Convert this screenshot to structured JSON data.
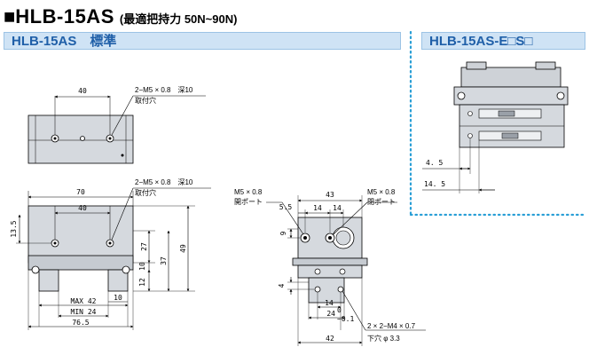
{
  "header": {
    "square": "■",
    "model": "HLB-15AS",
    "subtitle": "(最適把持力 50N~90N)"
  },
  "sections": {
    "standard": "HLB-15AS　標準",
    "option": "HLB-15AS-E□S□"
  },
  "front_view": {
    "dim_top": "40",
    "callout_line1": "2−M5 × 0.8　深10",
    "callout_line2": "取付穴"
  },
  "side_view": {
    "dim_70": "70",
    "dim_40": "40",
    "callout_line1": "2−M5 × 0.8　深10",
    "callout_line2": "取付穴",
    "dim_13_5": "13.5",
    "dim_27": "27",
    "dim_37": "37",
    "dim_49": "49",
    "dim_10": "10",
    "dim_12": "12",
    "dim_max42": "MAX 42",
    "dim_min24": "MIN 24",
    "dim_76_5": "76.5",
    "dim_10b": "10"
  },
  "end_view": {
    "port_left_1": "M5 × 0.8",
    "port_left_2": "開ポート",
    "port_right_1": "M5 × 0.8",
    "port_right_2": "閉ポート",
    "dim_43": "43",
    "dim_5_5": "5.5",
    "dim_14a": "14",
    "dim_14b": "14",
    "dim_9": "9",
    "dim_4": "4",
    "dim_14c": "14",
    "dim_24": "24",
    "dim_0_1": "−0.1",
    "dim_0": "0",
    "dim_42": "42",
    "callout_line1": "2 × 2−M4 × 0.7",
    "callout_line2": "下穴 φ 3.3"
  },
  "option_view": {
    "dim_4_5": "4. 5",
    "dim_14_5": "14. 5"
  },
  "colors": {
    "bar_bg": "#cfe3f5",
    "bar_text": "#1f5fa8",
    "dotted_frame": "#2a9fd6",
    "body_fill": "#d5d9de"
  }
}
